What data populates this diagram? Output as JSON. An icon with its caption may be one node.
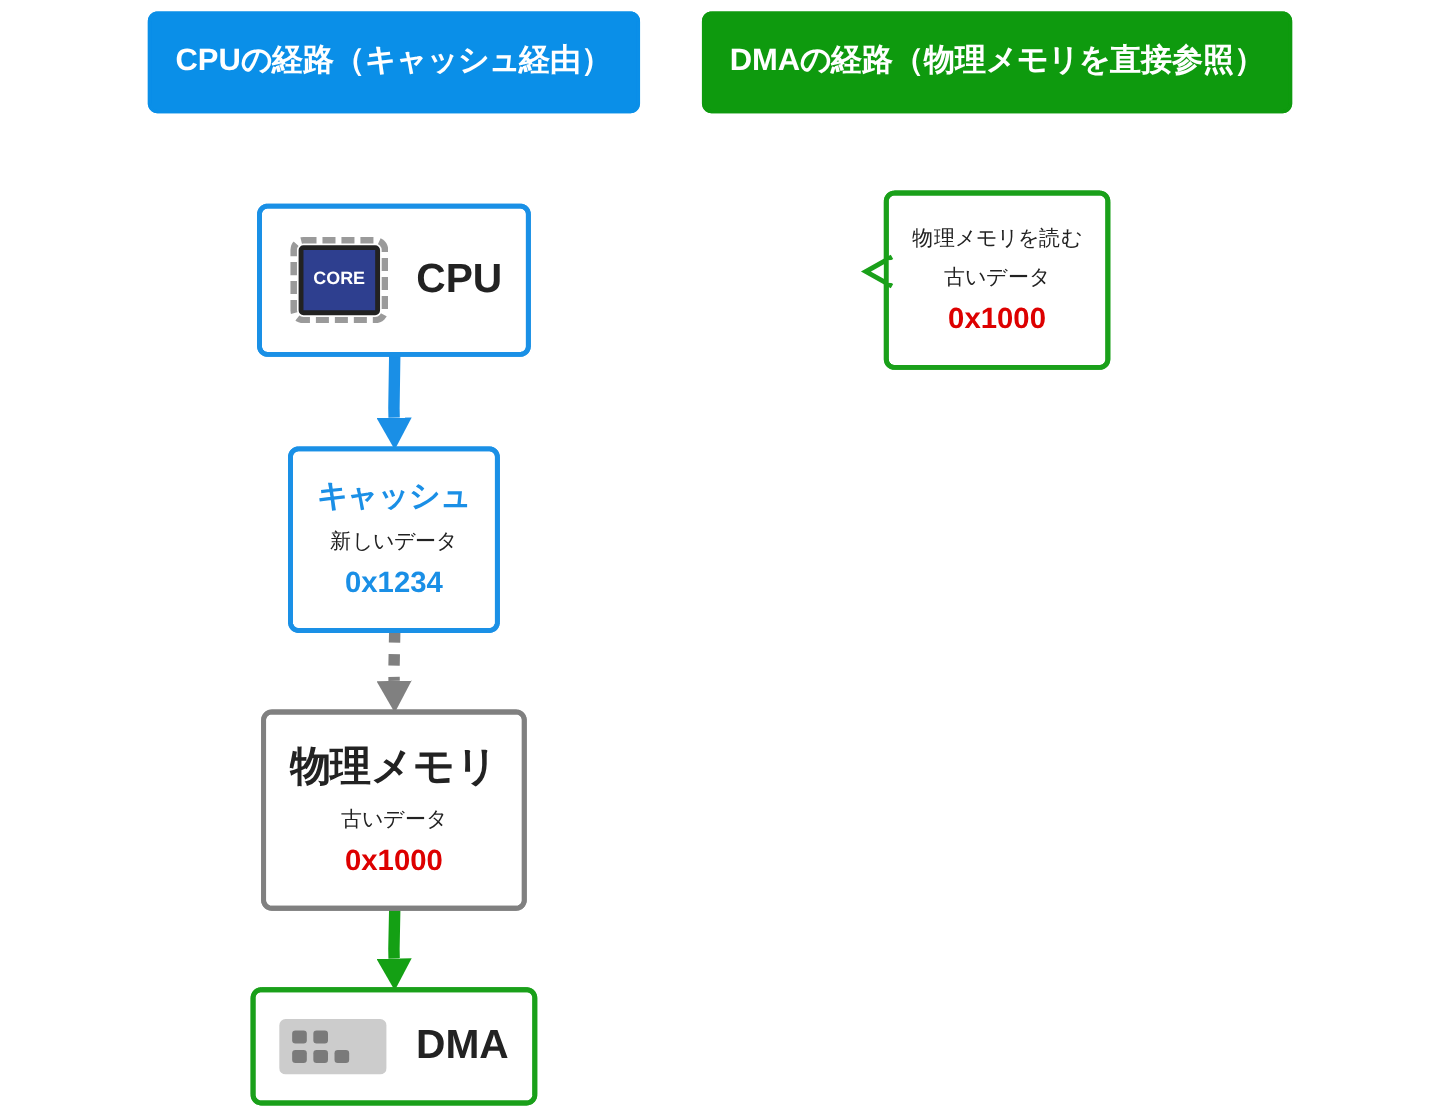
{
  "diagram": {
    "nodes": [
      {
        "text": [
          "CPUの経路（キャッシュ経由）"
        ]
      },
      {
        "text": [
          "DMAの経路（物理メモリを直接参照）"
        ]
      },
      {
        "text": [
          "CORE",
          "CPU"
        ]
      },
      {
        "text": [
          "DMA"
        ]
      },
      {
        "text": [
          "キャッシュ",
          "新しいデータ",
          "0x1234"
        ]
      },
      {
        "text": [
          "物理メモリを読む",
          "古いデータ",
          "0x1000"
        ]
      },
      {
        "text": [
          "物理メモリ",
          "古いデータ",
          "0x1000"
        ]
      }
    ],
    "edges": [
      {
        "from": 2,
        "to": 4,
        "arrow": "to",
        "color": "#1a8fe6"
      },
      {
        "from": 4,
        "to": 6,
        "arrow": "to",
        "style": "dashed",
        "color": "#808080"
      },
      {
        "from": 6,
        "to": 3,
        "arrow": "to",
        "color": "#14a014"
      }
    ]
  }
}
